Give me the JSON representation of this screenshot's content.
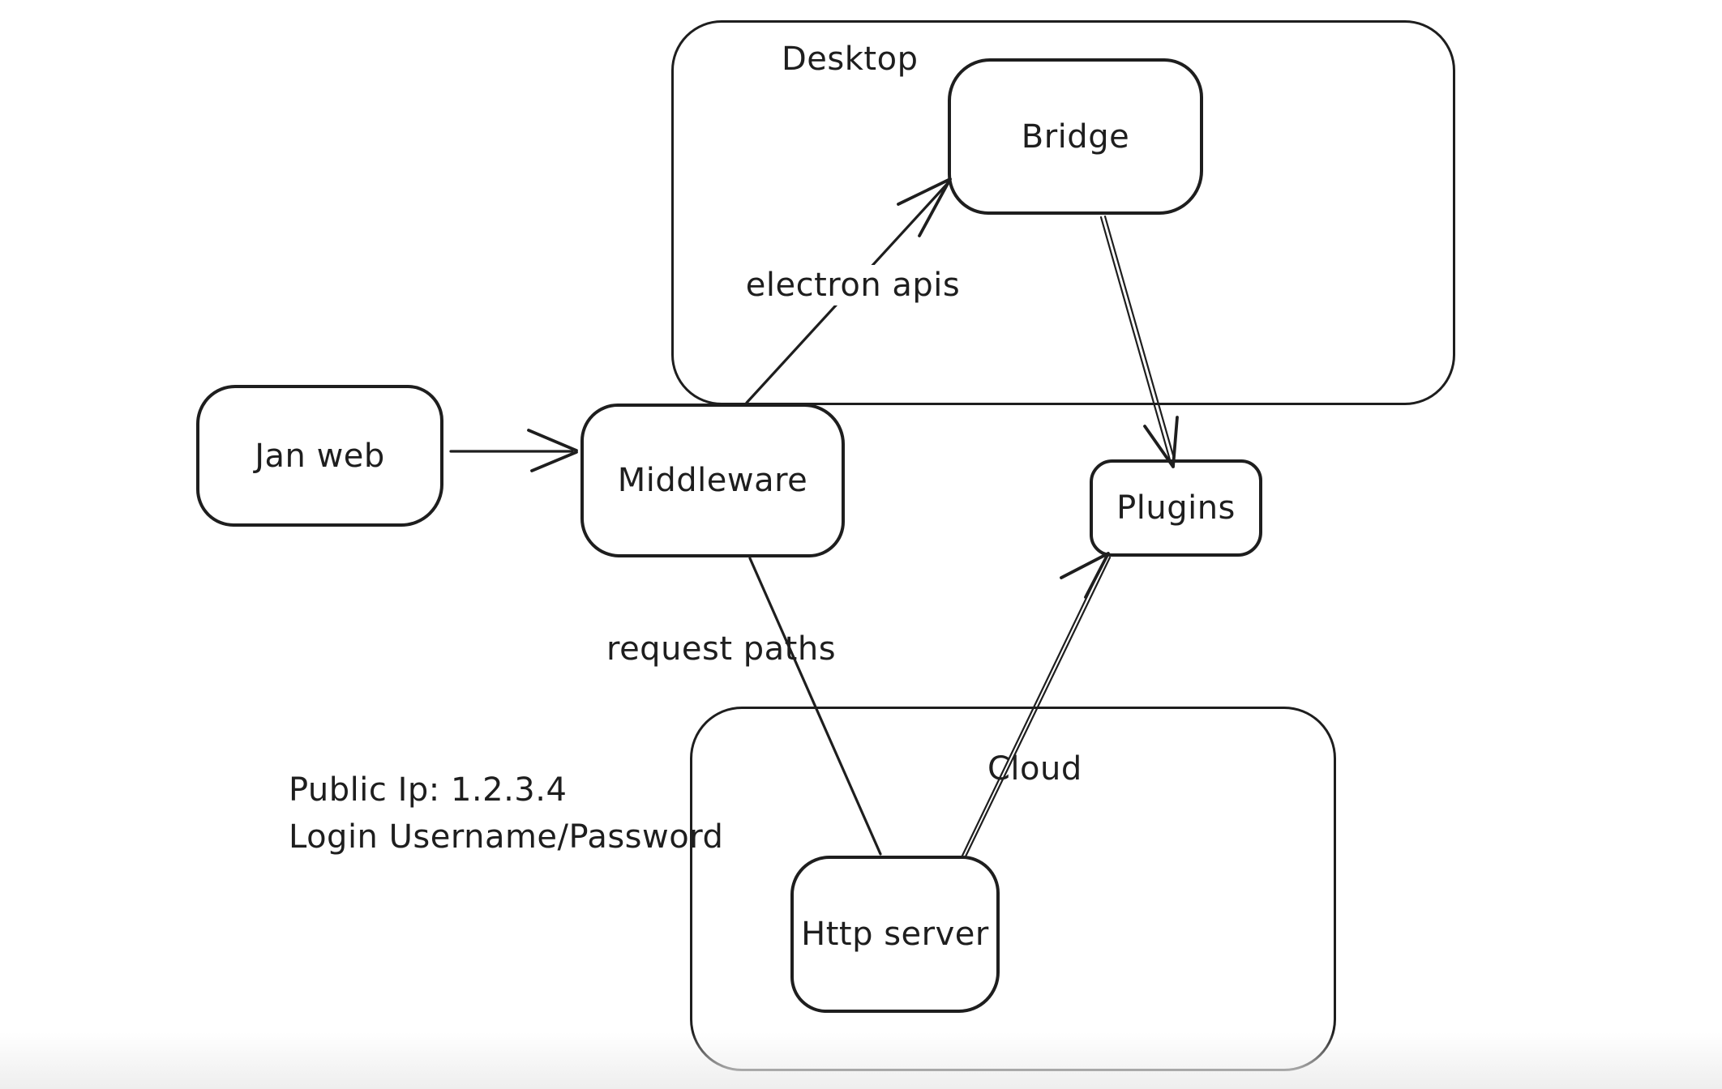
{
  "canvas": {
    "background": "#ffffff",
    "stroke_color": "#1e1e1e"
  },
  "containers": {
    "desktop": {
      "label": "Desktop"
    },
    "cloud": {
      "label": "Cloud"
    }
  },
  "nodes": {
    "jan_web": {
      "label": "Jan web"
    },
    "middleware": {
      "label": "Middleware"
    },
    "bridge": {
      "label": "Bridge"
    },
    "plugins": {
      "label": "Plugins"
    },
    "http_server": {
      "label": "Http server"
    }
  },
  "edges": [
    {
      "from": "Jan web",
      "to": "Middleware",
      "label": "",
      "arrowhead": "end"
    },
    {
      "from": "Middleware",
      "to": "Bridge",
      "label": "electron apis",
      "arrowhead": "end"
    },
    {
      "from": "Bridge",
      "to": "Plugins",
      "label": "",
      "arrowhead": "end"
    },
    {
      "from": "Middleware",
      "to": "Http server",
      "label": "request paths",
      "arrowhead": "none"
    },
    {
      "from": "Http server",
      "to": "Plugins",
      "label": "",
      "arrowhead": "end"
    }
  ],
  "edge_labels": {
    "electron_apis": "electron apis",
    "request_paths": "request paths"
  },
  "annotations": {
    "public_ip": "Public Ip: 1.2.3.4",
    "login": "Login Username/Password"
  }
}
